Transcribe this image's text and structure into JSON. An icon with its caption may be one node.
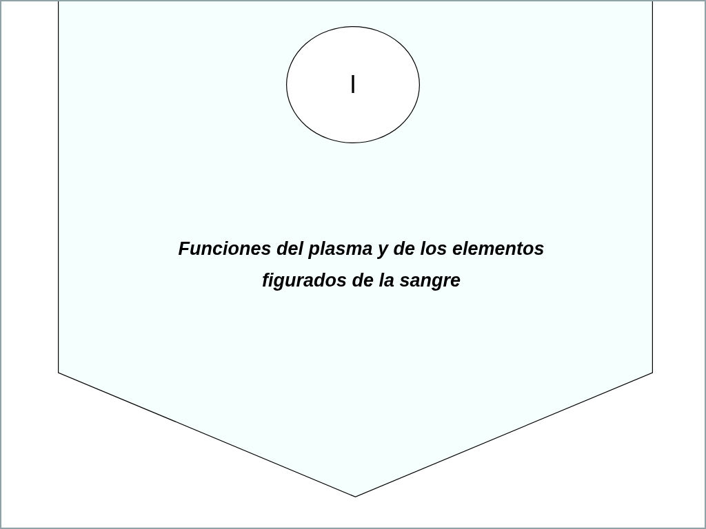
{
  "diagram": {
    "nodes": [
      {
        "text": [
          "Funciones del plasma y de los elementos figurados de la sangre"
        ]
      },
      {
        "text": [
          "I"
        ],
        "in": 0
      }
    ]
  }
}
